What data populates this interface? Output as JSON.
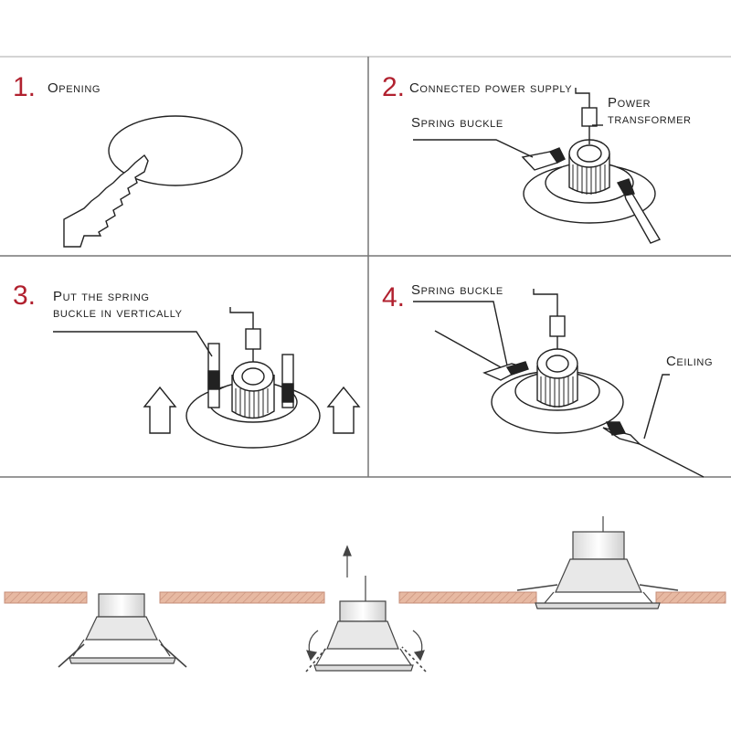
{
  "steps": [
    {
      "number": "1.",
      "title": "Opening"
    },
    {
      "number": "2.",
      "title": "Connected power supply",
      "labels": [
        "Power",
        "transformer",
        "Spring buckle"
      ]
    },
    {
      "number": "3.",
      "title": "Put the spring",
      "title_line2": "buckle in vertically"
    },
    {
      "number": "4.",
      "title": "Spring buckle",
      "labels": [
        "Ceiling"
      ]
    }
  ],
  "colors": {
    "step_number": "#b1212f",
    "ceiling_fill": "#e7b9a2",
    "ceiling_line": "#c58d78",
    "lines": "#222222",
    "dividers": "#555555"
  },
  "icons": [
    "saw-icon",
    "up-arrow-icon",
    "curved-arrow-icon"
  ]
}
